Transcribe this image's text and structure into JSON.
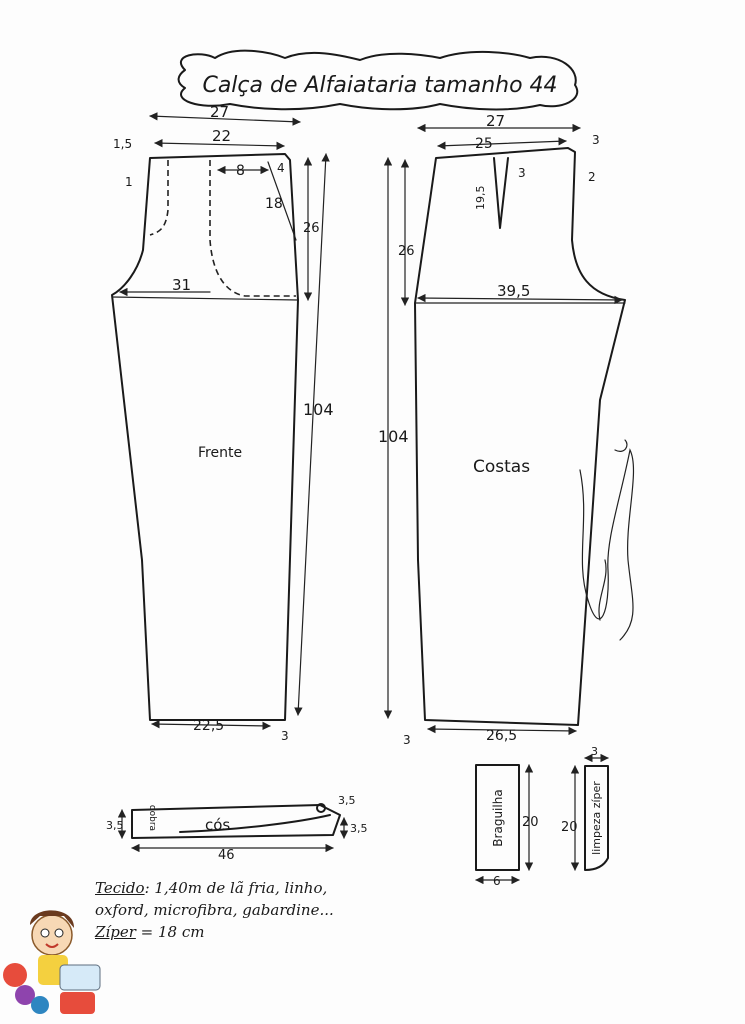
{
  "title": "Calça de Alfaiataria tamanho 44",
  "front": {
    "label": "Frente",
    "measures": {
      "top_width": "27",
      "waist_width": "22",
      "left_tick": "1,5",
      "left_drop": "1",
      "pocket_top": "8",
      "pocket_side": "4",
      "pocket_length": "18",
      "crotch_depth": "26",
      "hip_width": "31",
      "total_length": "104",
      "hem_width": "22,5",
      "hem_ext": "3"
    }
  },
  "back": {
    "label": "Costas",
    "measures": {
      "top_width": "27",
      "waist_width": "25",
      "right_tick": "3",
      "right_drop": "2",
      "dart_width": "3",
      "dart_length": "19,5",
      "crotch_depth": "26",
      "hip_width": "39,5",
      "total_length": "104",
      "hem_width": "26,5",
      "hem_ext": "3"
    }
  },
  "waistband": {
    "label": "cós",
    "fold": "dobra",
    "height_left": "3,5",
    "height_right": "3,5",
    "tip": "3,5",
    "length": "46"
  },
  "fly": {
    "label": "Braguilha",
    "height": "20",
    "width": "6"
  },
  "zipper_guard": {
    "label": "limpeza zíper",
    "height": "20",
    "width": "3"
  },
  "notes": {
    "fabric_key": "Tecido",
    "fabric_text": ": 1,40m de lã fria, linho, oxford, microfibra, gabardine...",
    "zipper_key": "Zíper",
    "zipper_text": " = 18 cm"
  }
}
